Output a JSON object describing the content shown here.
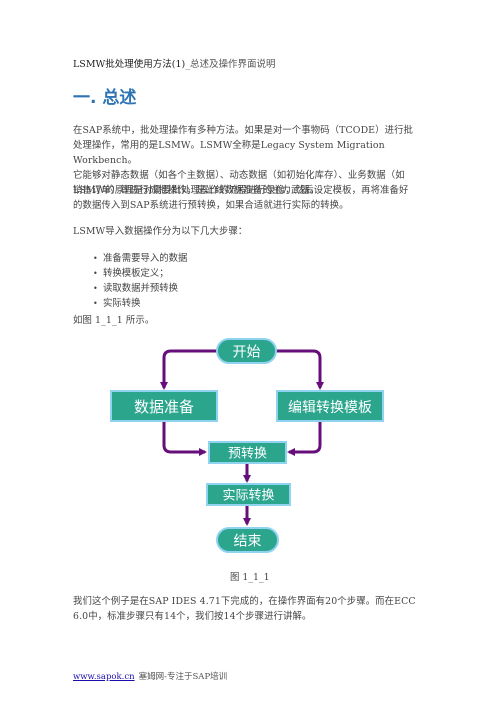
{
  "header": {
    "prefix": "LSMW批处理使用方法(1)",
    "suffix": "_总述及操作界面说明"
  },
  "heading": "一. 总述",
  "paragraphs": {
    "p1_l1": "在SAP系统中，批处理操作有多种方法。如果是对一个事物码（TCODE）进行批",
    "p1_l2": "处理操作，常用的是LSMW。LSMW全称是Legacy System Migration Workbench。",
    "p1_l3": "它能够对静态数据（如各个主数据）、动态数据（如初始化库存）、业务数据（如",
    "p1_l4": "销售订单）等进行成批操作，是上线数据准备的主力武器。",
    "p2_l1": "LSMW的原理是对需要批处理操作的流程进行录像，然后设定模板，再将准备好",
    "p2_l2": "的数据传入到SAP系统进行预转换，如果合适就进行实际的转换。",
    "p3": "LSMW导入数据操作分为以下几大步骤：",
    "p4": "如图 1_1_1 所示。",
    "p5_l1": "我们这个例子是在SAP IDES 4.71下完成的，在操作界面有20个步骤。而在ECC",
    "p5_l2": "6.0中，标准步骤只有14个，我们按14个步骤进行讲解。"
  },
  "steps": [
    "准备需要导入的数据",
    "转换模板定义；",
    "读取数据并预转换",
    "实际转换"
  ],
  "flowchart": {
    "start": "开始",
    "data_prep": "数据准备",
    "edit_template": "编辑转换模板",
    "pre_convert": "预转换",
    "actual_convert": "实际转换",
    "end": "结束",
    "colors": {
      "box_fill": "#2ca58d",
      "box_stroke": "#8fd3f0",
      "arrow": "#660e7a",
      "text": "#ffffff"
    }
  },
  "figure_caption": "图 1_1_1",
  "footer": {
    "link": "www.sapok.cn",
    "text": "塞姆网-专注于SAP培训"
  }
}
